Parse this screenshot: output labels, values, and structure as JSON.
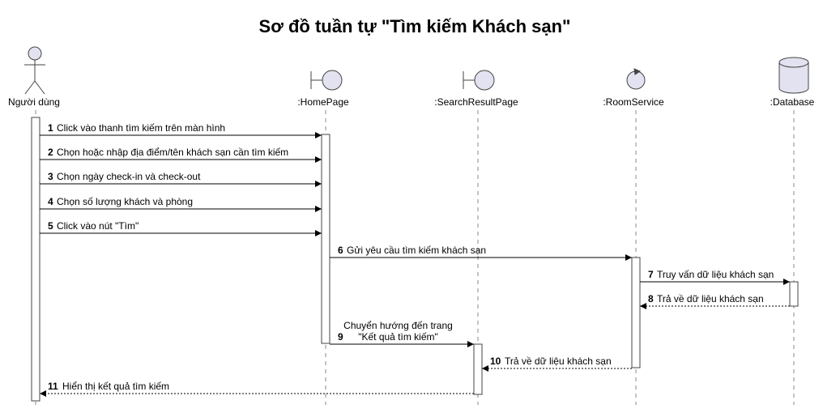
{
  "diagram": {
    "title": "Sơ đồ tuần tự \"Tìm kiếm Khách sạn\"",
    "participants": [
      {
        "id": "user",
        "label": "Người dùng",
        "kind": "actor"
      },
      {
        "id": "home",
        "label": ":HomePage",
        "kind": "boundary"
      },
      {
        "id": "result",
        "label": ":SearchResultPage",
        "kind": "boundary"
      },
      {
        "id": "room",
        "label": ":RoomService",
        "kind": "control"
      },
      {
        "id": "db",
        "label": ":Database",
        "kind": "database"
      }
    ],
    "messages": [
      {
        "num": "1",
        "text": [
          "Click vào thanh tìm kiếm trên màn hình"
        ],
        "from": "user",
        "to": "home",
        "style": "solid"
      },
      {
        "num": "2",
        "text": [
          "Chọn hoặc nhập địa điểm/tên khách sạn cần tìm kiếm"
        ],
        "from": "user",
        "to": "home",
        "style": "solid"
      },
      {
        "num": "3",
        "text": [
          "Chọn ngày check-in và check-out"
        ],
        "from": "user",
        "to": "home",
        "style": "solid"
      },
      {
        "num": "4",
        "text": [
          "Chọn số lượng khách và phòng"
        ],
        "from": "user",
        "to": "home",
        "style": "solid"
      },
      {
        "num": "5",
        "text": [
          "Click vào nút \"Tìm\""
        ],
        "from": "user",
        "to": "home",
        "style": "solid"
      },
      {
        "num": "6",
        "text": [
          "Gửi yêu cầu tìm kiếm khách sạn"
        ],
        "from": "home",
        "to": "room",
        "style": "solid"
      },
      {
        "num": "7",
        "text": [
          "Truy vấn dữ liệu khách sạn"
        ],
        "from": "room",
        "to": "db",
        "style": "solid"
      },
      {
        "num": "8",
        "text": [
          "Trả về dữ liệu khách sạn"
        ],
        "from": "db",
        "to": "room",
        "style": "dashed"
      },
      {
        "num": "9",
        "text": [
          "Chuyển hướng đến trang",
          "\"Kết quả tìm kiếm\""
        ],
        "from": "home",
        "to": "result",
        "style": "solid"
      },
      {
        "num": "10",
        "text": [
          "Trả về dữ liệu khách sạn"
        ],
        "from": "room",
        "to": "result",
        "style": "dashed"
      },
      {
        "num": "11",
        "text": [
          "Hiển thị kết quả tìm kiếm"
        ],
        "from": "result",
        "to": "user",
        "style": "dashed"
      }
    ]
  }
}
